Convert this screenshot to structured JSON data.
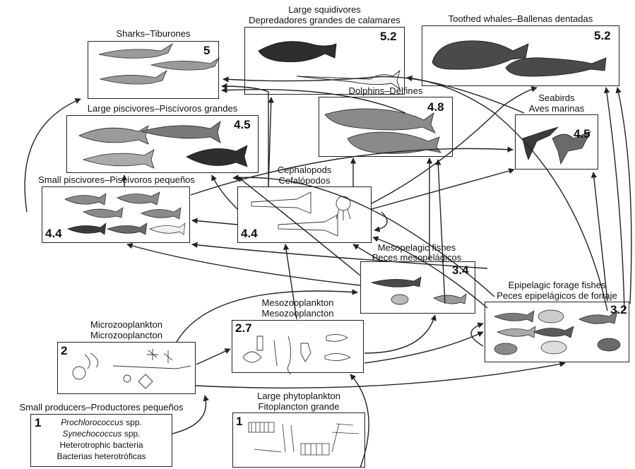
{
  "nodes": {
    "sharks": {
      "label": "Sharks–Tiburones",
      "level": "5"
    },
    "squidivores": {
      "label_line1": "Large squidivores",
      "label_line2": "Depredadores grandes de calamares",
      "level": "5.2"
    },
    "whales": {
      "label": "Toothed whales–Ballenas dentadas",
      "level": "5.2"
    },
    "large_piscivores": {
      "label": "Large piscivores–Piscívoros grandes",
      "level": "4.5"
    },
    "dolphins": {
      "label": "Dolphins–Delfines",
      "level": "4.8"
    },
    "seabirds": {
      "label_line1": "Seabirds",
      "label_line2": "Aves marinas",
      "level": "4.5"
    },
    "small_piscivores": {
      "label": "Small piscivores–Piscívoros pequeños",
      "level": "4.4"
    },
    "cephalopods": {
      "label_line1": "Cephalopods",
      "label_line2": "Cefalópodos",
      "level": "4.4"
    },
    "mesopelagic": {
      "label_line1": "Mesopelagic fishes",
      "label_line2": "Peces mesopelágicos",
      "level": "3.4"
    },
    "epipelagic": {
      "label_line1": "Epipelagic forage fishes",
      "label_line2": "Peces epipelágicos de forraje",
      "level": "3.2"
    },
    "mesozooplankton": {
      "label_line1": "Mesozooplankton",
      "label_line2": "Mesozooplancton",
      "level": "2.7"
    },
    "microzooplankton": {
      "label_line1": "Microzooplankton",
      "label_line2": "Microzooplancton",
      "level": "2"
    },
    "small_producers": {
      "label": "Small producers–Productores pequeños",
      "level": "1",
      "items": [
        "Prochlorococcus",
        "spp.",
        "Synechococcus",
        "spp.",
        "Heterotrophic bacteria",
        "Bacterias heterotróficas"
      ]
    },
    "large_phytoplankton": {
      "label_line1": "Large phytoplankton",
      "label_line2": "Fitoplancton grande",
      "level": "1"
    }
  },
  "colors": {
    "line": "#222222",
    "fill_dark": "#3a3a3a",
    "fill_mid": "#8a8a8a",
    "fill_light": "#d8d8d8"
  }
}
